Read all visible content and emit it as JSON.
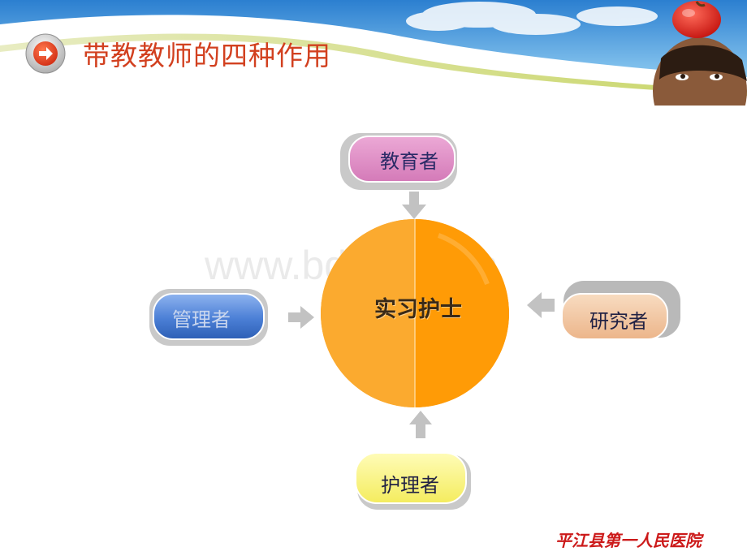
{
  "title": "带教教师的四种作用",
  "watermark": "www.bdocx.com",
  "diagram": {
    "center": "实习护士",
    "roles": {
      "top": "教育者",
      "left": "管理者",
      "right": "研究者",
      "bottom": "护理者"
    }
  },
  "footer": "平江县第一人民医院",
  "colors": {
    "title": "#d2401f",
    "center_fill": "#ff9f14",
    "top_box": "#de8ec4",
    "left_box": "#3f73c9",
    "right_box": "#f1c9a6",
    "bottom_box": "#fbf68a",
    "arrows": "#c2c2c2",
    "footer": "#cc1a1a"
  }
}
